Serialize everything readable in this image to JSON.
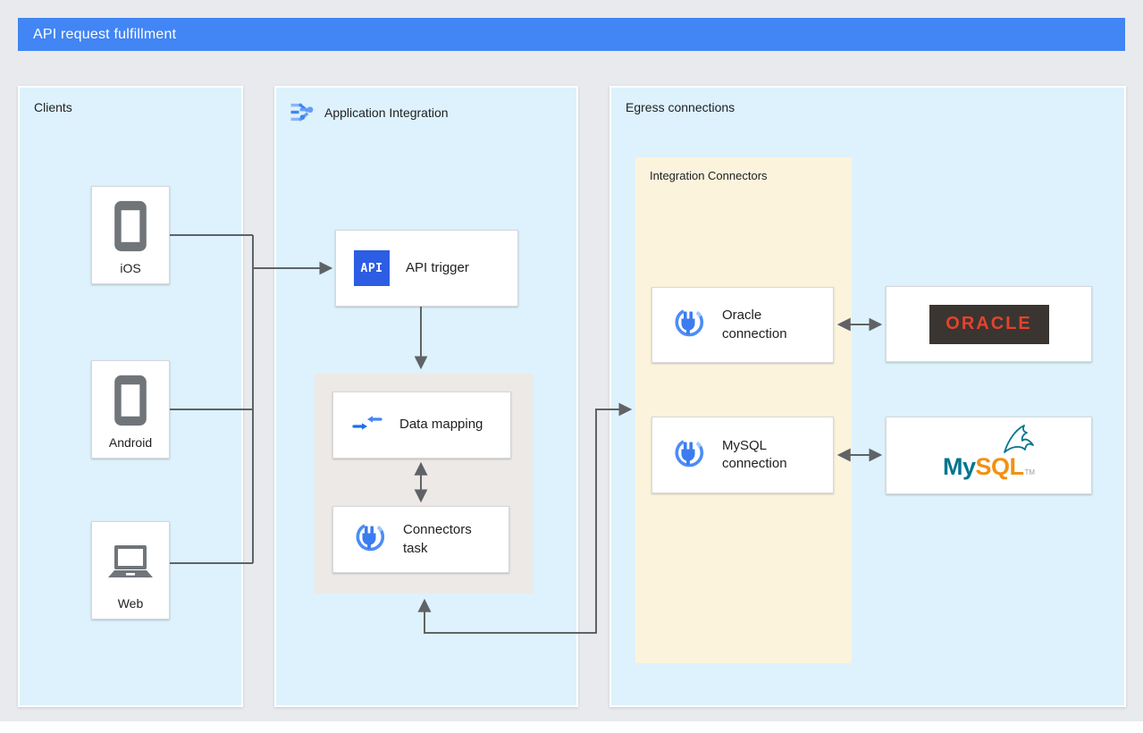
{
  "colors": {
    "title_bar_blue": "#4285F4",
    "panel_blue": "#DDF2FC",
    "gray_container": "#EDE9E6",
    "yellow_container": "#FCF3DC",
    "connector_line_gray": "#5F6368",
    "google_blue": "#4285F4",
    "google_blue_dark": "#1A73E8",
    "google_blue_light": "#8AB4F8",
    "oracle_red": "#E2432E",
    "oracle_dark": "#3A3531",
    "mysql_teal": "#00758F",
    "mysql_orange": "#F29111"
  },
  "title_bar": {
    "label": "API request fulfillment"
  },
  "clients_panel": {
    "label": "Clients",
    "nodes": [
      {
        "label": "iOS",
        "icon": "smartphone-icon"
      },
      {
        "label": "Android",
        "icon": "smartphone-icon"
      },
      {
        "label": "Web",
        "icon": "laptop-icon"
      }
    ]
  },
  "integration_panel": {
    "label": "Application Integration",
    "api_trigger": {
      "label": "API trigger",
      "badge": "API"
    },
    "data_mapping": {
      "label": "Data mapping"
    },
    "connectors_task": {
      "label": "Connectors task"
    }
  },
  "egress_panel": {
    "label": "Egress connections",
    "integration_connectors": {
      "label": "Integration Connectors",
      "oracle_connection": {
        "label": "Oracle connection"
      },
      "mysql_connection": {
        "label": "MySQL connection"
      }
    },
    "oracle_logo": {
      "text": "ORACLE"
    },
    "mysql_logo": {
      "text_my": "My",
      "text_sql": "SQL",
      "trademark": "TM"
    }
  }
}
